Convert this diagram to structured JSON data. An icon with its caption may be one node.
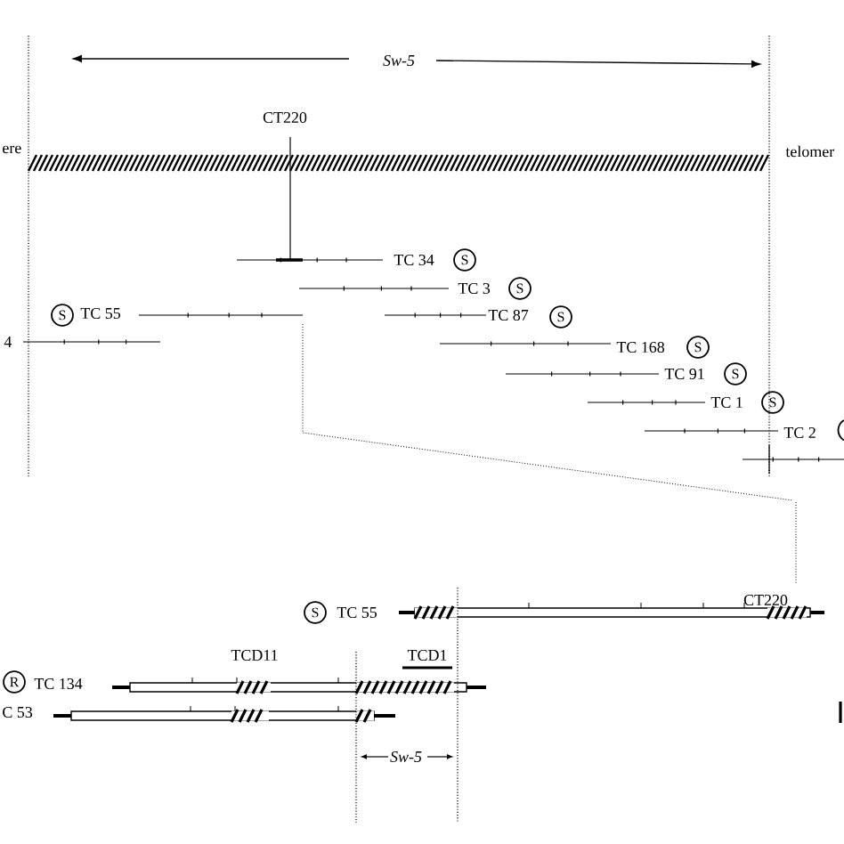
{
  "diagram": {
    "labels": [
      "Sw-5",
      "CT220",
      "ere",
      "telomer",
      "TC 34",
      "S",
      "TC 3",
      "S",
      "S",
      "TC 55",
      "TC 87",
      "S",
      "4",
      "TC 168",
      "S",
      "TC 91",
      "S",
      "TC 1",
      "S",
      "TC 2",
      "S",
      "TC 55",
      "CT220",
      "TCD11",
      "TCD1",
      "R",
      "TC 134",
      "C 53",
      "Sw-5"
    ]
  }
}
